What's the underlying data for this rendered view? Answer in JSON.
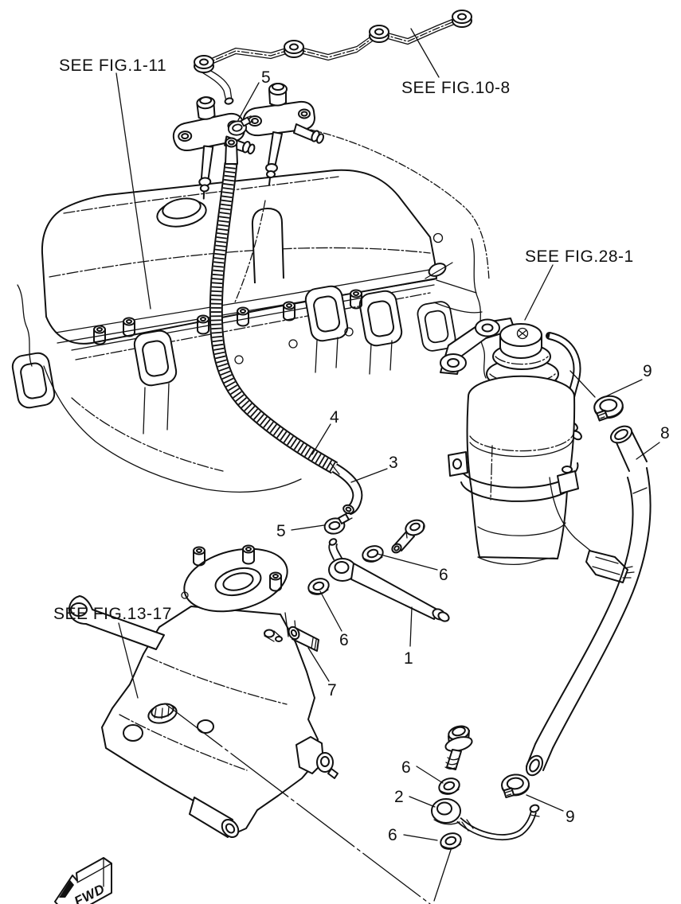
{
  "diagram": {
    "ink_color": "#111111",
    "background": "#ffffff",
    "references": {
      "fig_1_11": "SEE FIG.1-11",
      "fig_10_8": "SEE FIG.10-8",
      "fig_28_1": "SEE FIG.28-1",
      "fig_13_17": "SEE FIG.13-17"
    },
    "callouts": {
      "c5_top": "5",
      "c4": "4",
      "c3": "3",
      "c5_mid": "5",
      "c6_upper": "6",
      "c6_mid": "6",
      "c1": "1",
      "c7": "7",
      "c8": "8",
      "c9_filter": "9",
      "c6_bolt": "6",
      "c2": "2",
      "c9_pipe": "9",
      "c6_bottom": "6"
    },
    "fwd": "FWD"
  }
}
